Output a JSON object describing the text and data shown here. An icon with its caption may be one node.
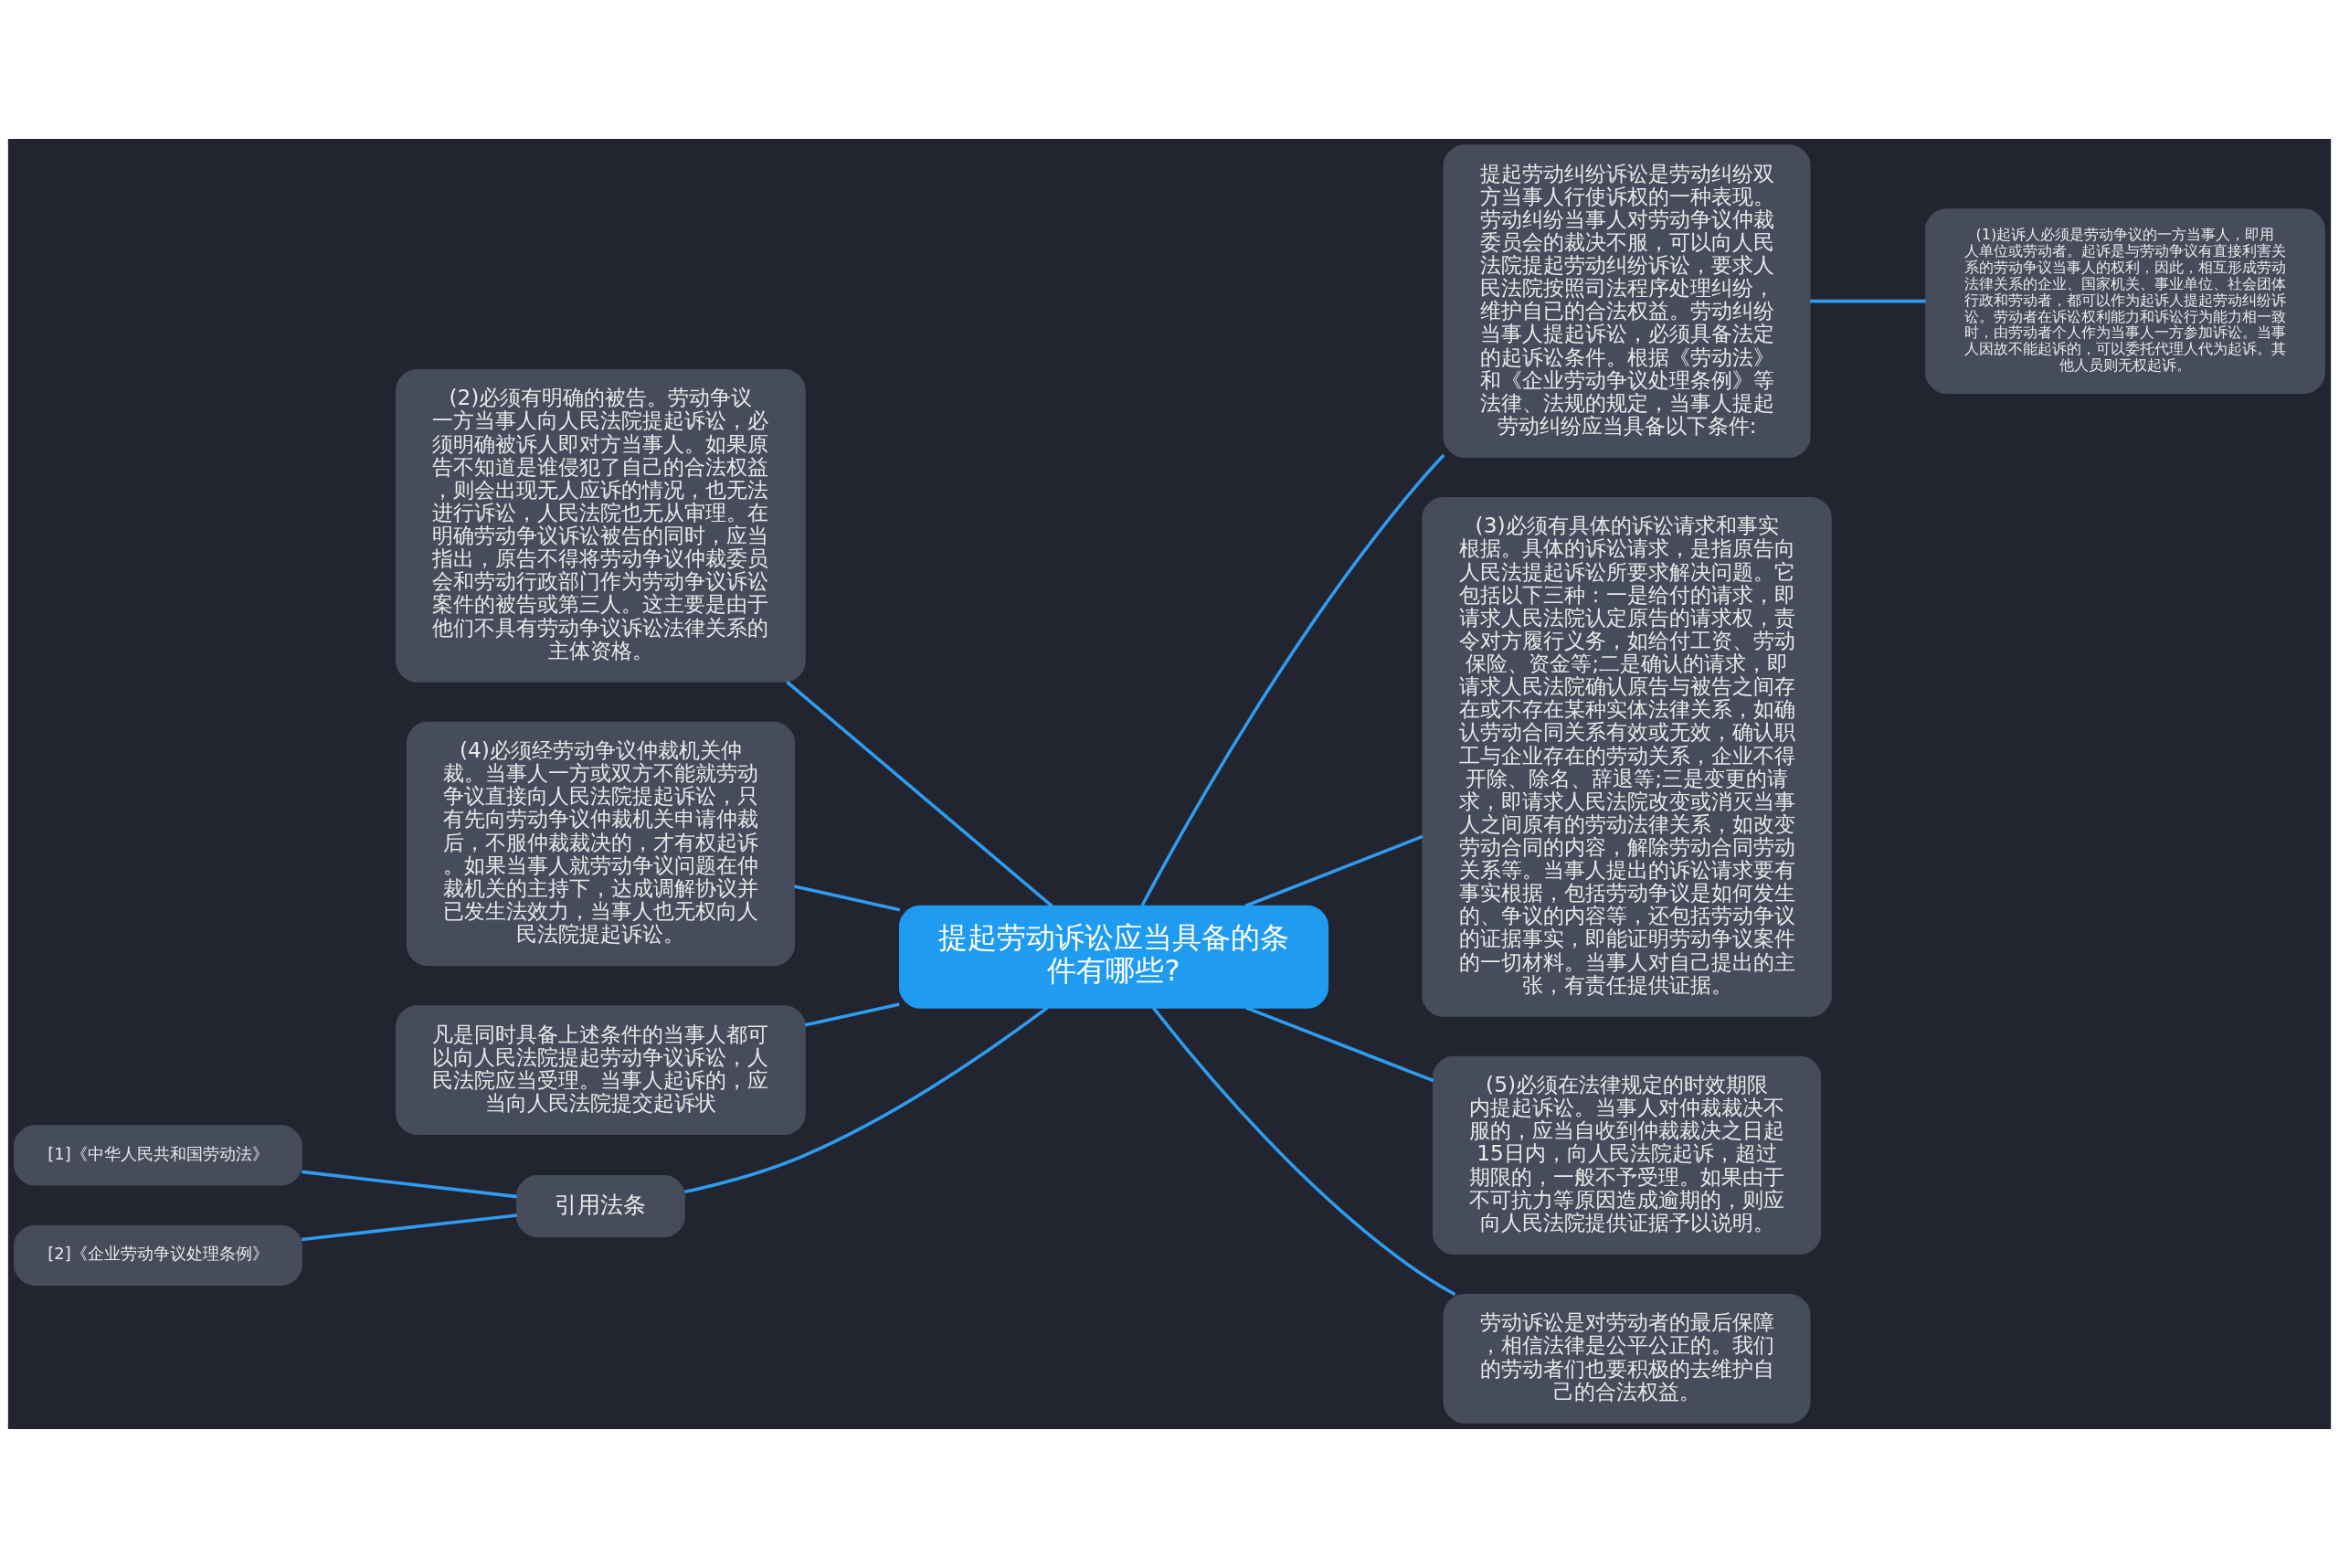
{
  "diagram": {
    "nodes": [
      {
        "text": [
          "提起劳动诉讼应当具备的条件有哪些?"
        ]
      },
      {
        "text": [
          "提起劳动纠纷诉讼是劳动纠纷双方当事人行使诉权的一种表现。劳动纠纷当事人对劳动争议仲裁委员会的裁决不服，可以向人民法院提起劳动纠纷诉讼，要求人民法院按照司法程序处理纠纷，维护自已的合法权益。劳动纠纷当事人提起诉讼，必须具备法定的起诉讼条件。根据《劳动法》和《企业劳动争议处理条例》等法律、法规的规定，当事人提起劳动纠纷应当具备以下条件:"
        ]
      },
      {
        "text": [
          "(1)起诉人必须是劳动争议的一方当事人，即用人单位或劳动者。起诉是与劳动争议有直接利害关系的劳动争议当事人的权利，因此，相互形成劳动法律关系的企业、国家机关、事业单位、社会团体行政和劳动者，都可以作为起诉人提起劳动纠纷诉讼。劳动者在诉讼权利能力和诉讼行为能力相一致时，由劳动者个人作为当事人一方参加诉讼。当事人因故不能起诉的，可以委托代理人代为起诉。其他人员则无权起诉。"
        ]
      },
      {
        "text": [
          "(2)必须有明确的被告。劳动争议一方当事人向人民法院提起诉讼，必须明确被诉人即对方当事人。如果原告不知道是谁侵犯了自己的合法权益，则会出现无人应诉的情况，也无法进行诉讼，人民法院也无从审理。在明确劳动争议诉讼被告的同时，应当指出，原告不得将劳动争议仲裁委员会和劳动行政部门作为劳动争议诉讼案件的被告或第三人。这主要是由于他们不具有劳动争议诉讼法律关系的主体资格。"
        ]
      },
      {
        "text": [
          "(3)必须有具体的诉讼请求和事实根据。具体的诉讼请求，是指原告向人民法提起诉讼所要求解决问题。它包括以下三种：一是给付的请求，即请求人民法院认定原告的请求权，责令对方履行义务，如给付工资、劳动保险、资金等;二是确认的请求，即请求人民法院确认原告与被告之间存在或不存在某种实体法律关系，如确认劳动合同关系有效或无效，确认职工与企业存在的劳动关系，企业不得开除、除名、辞退等;三是变更的请求，即请求人民法院改变或消灭当事人之间原有的劳动法律关系，如改变劳动合同的内容，解除劳动合同劳动关系等。当事人提出的诉讼请求要有事实根据，包括劳动争议是如何发生的、争议的内容等，还包括劳动争议的证据事实，即能证明劳动争议案件的一切材料。当事人对自己提出的主张，有责任提供证据。"
        ]
      },
      {
        "text": [
          "(4)必须经劳动争议仲裁机关仲裁。当事人一方或双方不能就劳动争议直接向人民法院提起诉讼，只有先向劳动争议仲裁机关申请仲裁后，不服仲裁裁决的，才有权起诉。如果当事人就劳动争议问题在仲裁机关的主持下，达成调解协议并已发生法效力，当事人也无权向人民法院提起诉讼。"
        ]
      },
      {
        "text": [
          "凡是同时具备上述条件的当事人都可以向人民法院提起劳动争议诉讼，人民法院应当受理。当事人起诉的，应当向人民法院提交起诉状"
        ]
      },
      {
        "text": [
          "(5)必须在法律规定的时效期限内提起诉讼。当事人对仲裁裁决不服的，应当自收到仲裁裁决之日起15日内，向人民法院起诉，超过期限的，一般不予受理。如果由于不可抗力等原因造成逾期的，则应向人民法院提供证据予以说明。"
        ]
      },
      {
        "text": [
          "引用法条"
        ]
      },
      {
        "text": [
          "[1]《中华人民共和国劳动法》"
        ]
      },
      {
        "text": [
          "[2]《企业劳动争议处理条例》"
        ]
      },
      {
        "text": [
          "劳动诉讼是对劳动者的最后保障，相信法律是公平公正的。我们的劳动者们也要积极的去维护自己的合法权益。"
        ]
      }
    ],
    "edges": [
      {
        "from": 0,
        "to": 1,
        "arrow": "none"
      },
      {
        "from": 1,
        "to": 2,
        "arrow": "none"
      },
      {
        "from": 0,
        "to": 3,
        "arrow": "none"
      },
      {
        "from": 0,
        "to": 4,
        "arrow": "none"
      },
      {
        "from": 0,
        "to": 5,
        "arrow": "none"
      },
      {
        "from": 0,
        "to": 6,
        "arrow": "none"
      },
      {
        "from": 0,
        "to": 7,
        "arrow": "none"
      },
      {
        "from": 0,
        "to": 8,
        "arrow": "none"
      },
      {
        "from": 8,
        "to": 9,
        "arrow": "none"
      },
      {
        "from": 8,
        "to": 10,
        "arrow": "none"
      },
      {
        "from": 0,
        "to": 11,
        "arrow": "none"
      }
    ]
  }
}
